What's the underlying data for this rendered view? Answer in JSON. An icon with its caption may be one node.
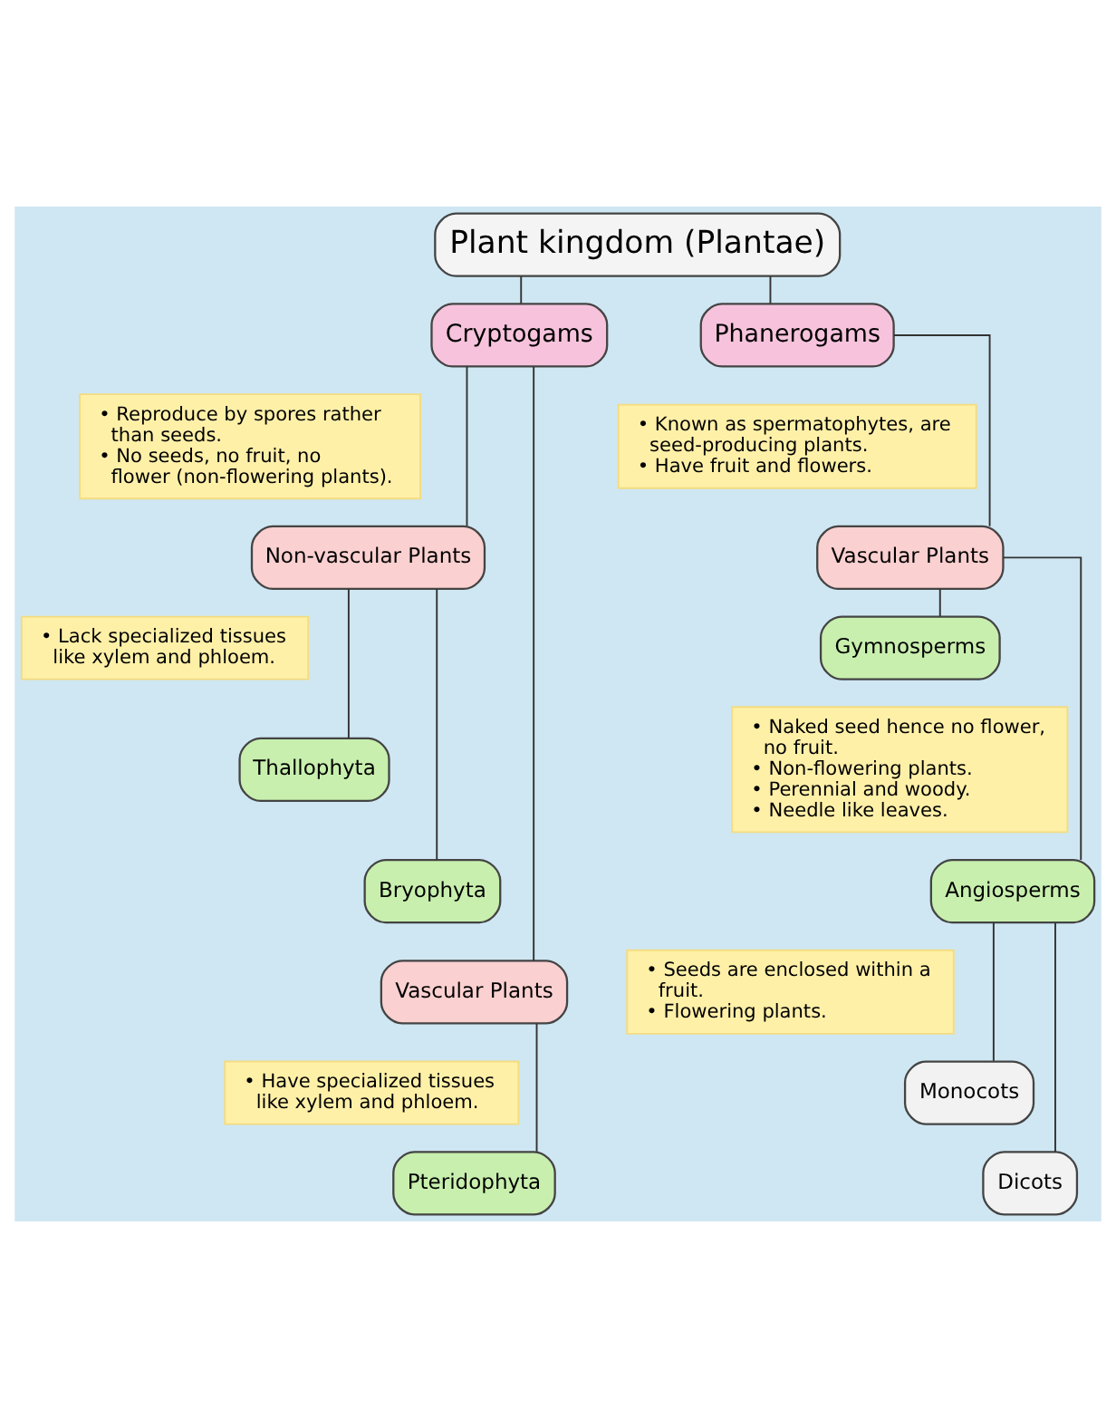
{
  "diagram": {
    "nodes": [
      {
        "text": [
          "Plant kingdom (Plantae)"
        ]
      },
      {
        "text": [
          "Cryptogams"
        ]
      },
      {
        "text": [
          "• Reproduce by spores rather than seeds.",
          "• No seeds, no fruit, no flower (non-flowering plants)."
        ]
      },
      {
        "text": [
          "Non-vascular Plants"
        ]
      },
      {
        "text": [
          "• Lack specialized tissues like xylem and phloem."
        ]
      },
      {
        "text": [
          "Thallophyta"
        ]
      },
      {
        "text": [
          "Bryophyta"
        ]
      },
      {
        "text": [
          "Vascular Plants"
        ]
      },
      {
        "text": [
          "• Have specialized tissues like xylem and phloem."
        ]
      },
      {
        "text": [
          "Pteridophyta"
        ]
      },
      {
        "text": [
          "Phanerogams"
        ]
      },
      {
        "text": [
          "• Known as spermatophytes, are seed-producing plants.",
          "• Have fruit and flowers."
        ]
      },
      {
        "text": [
          "Vascular Plants"
        ]
      },
      {
        "text": [
          "Gymnosperms"
        ]
      },
      {
        "text": [
          "• Naked seed hence no flower, no fruit.",
          "• Non-flowering plants.",
          "• Perennial and woody.",
          "• Needle like leaves."
        ]
      },
      {
        "text": [
          "Angiosperms"
        ]
      },
      {
        "text": [
          "• Seeds are enclosed within a fruit.",
          "• Flowering plants."
        ]
      },
      {
        "text": [
          "Monocots"
        ]
      },
      {
        "text": [
          "Dicots"
        ]
      }
    ],
    "edges": [
      {
        "from": 0,
        "to": 1,
        "arrow": "none"
      },
      {
        "from": 0,
        "to": 10,
        "arrow": "none"
      },
      {
        "from": 1,
        "to": 3,
        "arrow": "none"
      },
      {
        "from": 1,
        "to": 7,
        "arrow": "none"
      },
      {
        "from": 3,
        "to": 5,
        "arrow": "none"
      },
      {
        "from": 3,
        "to": 6,
        "arrow": "none"
      },
      {
        "from": 7,
        "to": 9,
        "arrow": "none"
      },
      {
        "from": 10,
        "to": 12,
        "arrow": "none"
      },
      {
        "from": 12,
        "to": 13,
        "arrow": "none"
      },
      {
        "from": 12,
        "to": 15,
        "arrow": "none"
      },
      {
        "from": 15,
        "to": 17,
        "arrow": "none"
      },
      {
        "from": 15,
        "to": 18,
        "arrow": "none"
      }
    ]
  }
}
